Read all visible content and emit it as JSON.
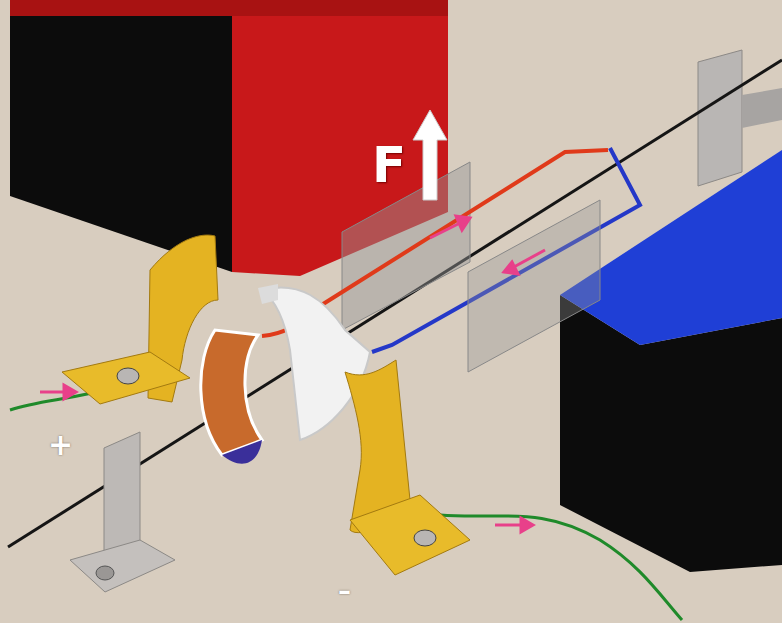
{
  "diagram": {
    "labels": [
      "F",
      "+",
      "–"
    ]
  }
}
